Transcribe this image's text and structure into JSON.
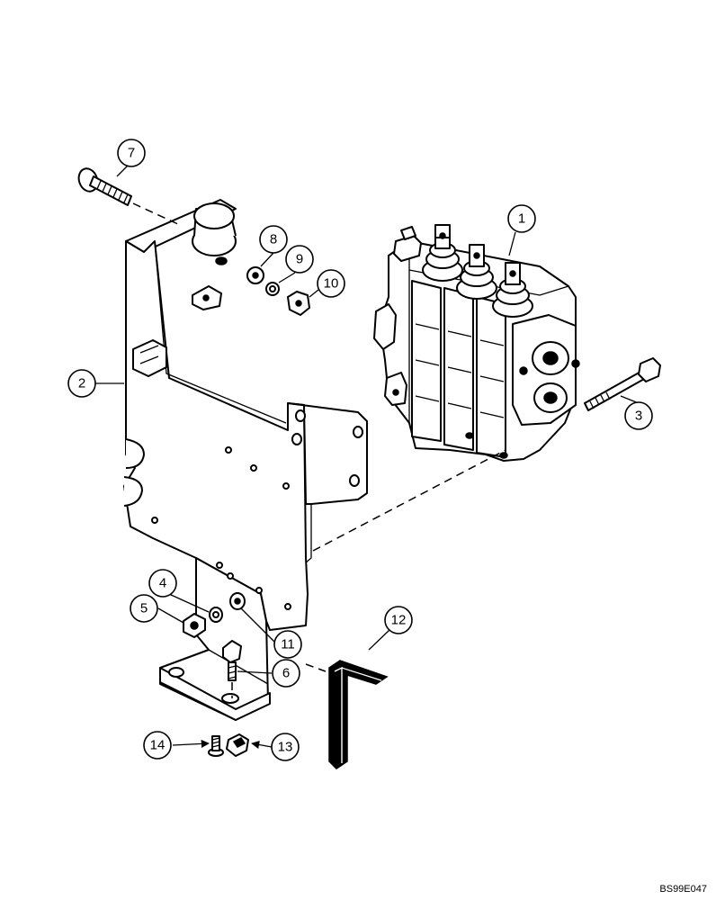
{
  "callouts": [
    {
      "id": "c1",
      "label": "1"
    },
    {
      "id": "c2",
      "label": "2"
    },
    {
      "id": "c3",
      "label": "3"
    },
    {
      "id": "c4",
      "label": "4"
    },
    {
      "id": "c5",
      "label": "5"
    },
    {
      "id": "c6",
      "label": "6"
    },
    {
      "id": "c7",
      "label": "7"
    },
    {
      "id": "c8",
      "label": "8"
    },
    {
      "id": "c9",
      "label": "9"
    },
    {
      "id": "c10",
      "label": "10"
    },
    {
      "id": "c11",
      "label": "11"
    },
    {
      "id": "c12",
      "label": "12"
    },
    {
      "id": "c13",
      "label": "13"
    },
    {
      "id": "c14",
      "label": "14"
    }
  ],
  "drawing_code": "BS99E047"
}
